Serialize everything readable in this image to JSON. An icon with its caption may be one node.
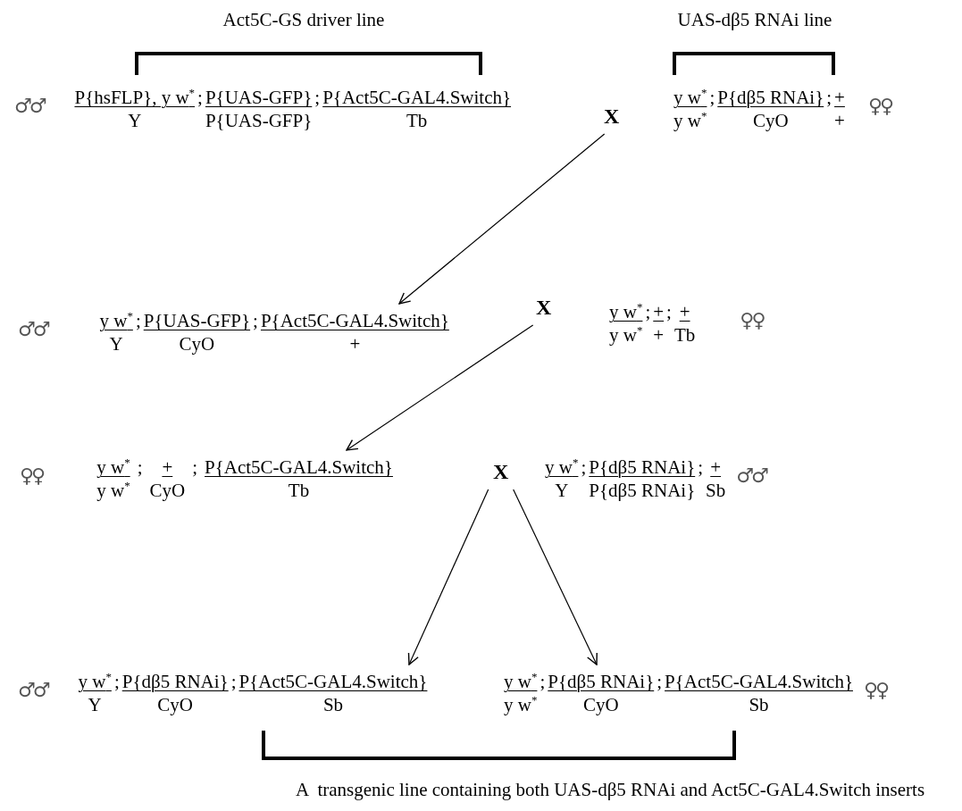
{
  "diagram": {
    "nodes": [
      {
        "text": [
          "P{hsFLP}, y w$^{*}$",
          "Y",
          ";",
          "P{UAS-GFP}",
          "P{UAS-GFP}",
          ";",
          "P{Act5C-GAL4.Switch}",
          "Tb"
        ],
        "beside": [
          "♂♂"
        ]
      },
      {
        "text": [
          "X"
        ]
      },
      {
        "text": [
          "y w$^{*}$",
          "y w$^{*}$",
          ";",
          "P{dβ5 RNAi}",
          "CyO",
          ";",
          "+",
          "+"
        ],
        "beside": [
          "♀♀"
        ]
      },
      {
        "text": [
          "y w$^{*}$",
          "Y",
          ";",
          "P{UAS-GFP}",
          "CyO",
          ";",
          "P{Act5C-GAL4.Switch}",
          "+"
        ],
        "beside": [
          "♂♂"
        ]
      },
      {
        "text": [
          "X"
        ]
      },
      {
        "text": [
          "y w$^{*}$",
          "y w$^{*}$",
          ";",
          "+",
          "+",
          ";",
          "+",
          "Tb"
        ],
        "beside": [
          "♀♀"
        ]
      },
      {
        "text": [
          "y w$^{*}$",
          "y w$^{*}$",
          ";",
          "+",
          "CyO",
          ";",
          "P{Act5C-GAL4.Switch}",
          "Tb"
        ],
        "beside": [
          "♀♀"
        ]
      },
      {
        "text": [
          "X"
        ]
      },
      {
        "text": [
          "y w$^{*}$",
          "Y",
          ";",
          "P{dβ5 RNAi}",
          "P{dβ5 RNAi}",
          ";",
          "+",
          "Sb"
        ],
        "beside": [
          "♂♂"
        ]
      },
      {
        "text": [
          "y w$^{*}$",
          "Y",
          ";",
          "P{dβ5 RNAi}",
          "CyO",
          ";",
          "P{Act5C-GAL4.Switch}",
          "Sb"
        ],
        "beside": [
          "♂♂"
        ]
      },
      {
        "text": [
          "y w$^{*}$",
          "y w$^{*}$",
          ";",
          "P{dβ5 RNAi}",
          "CyO",
          ";",
          "P{Act5C-GAL4.Switch}",
          "Sb"
        ],
        "beside": [
          "♀♀"
        ]
      }
    ],
    "edges": [
      {
        "from": 1,
        "to": 3,
        "arrow": "to"
      },
      {
        "from": 4,
        "to": 6,
        "arrow": "to"
      },
      {
        "from": 7,
        "to": 9,
        "arrow": "to"
      },
      {
        "from": 7,
        "to": 10,
        "arrow": "to"
      }
    ],
    "labels": [
      "Act5C-GS driver line",
      "UAS-dβ5 RNAi line",
      "A  transgenic line containing both UAS-dβ5 RNAi and Act5C-GAL4.Switch inserts"
    ]
  }
}
